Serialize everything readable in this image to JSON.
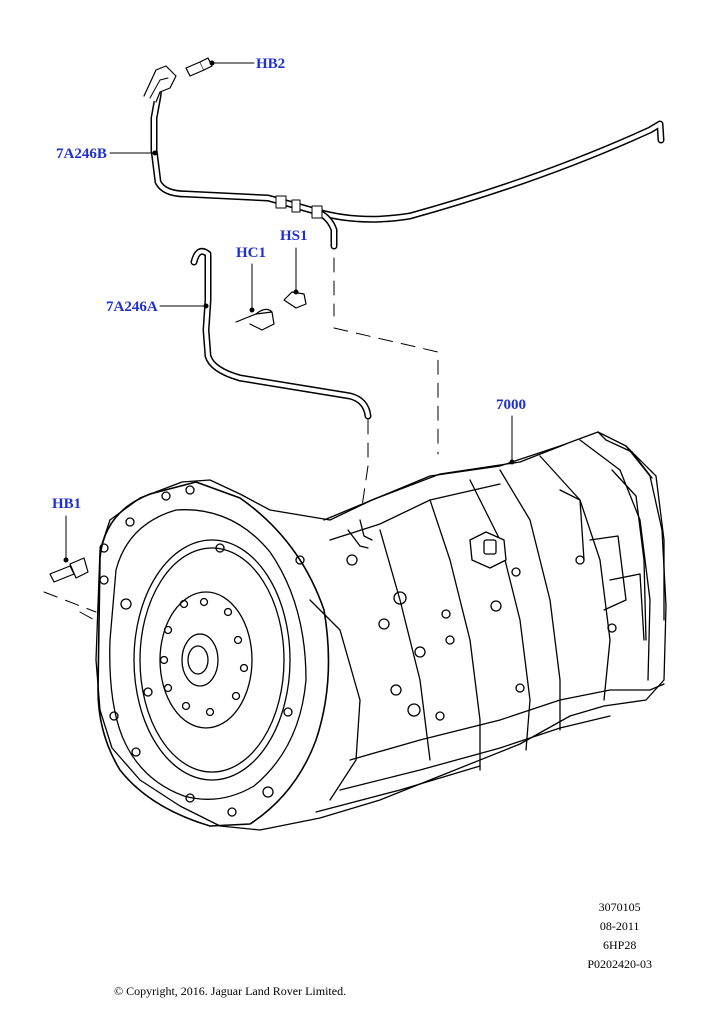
{
  "callouts": {
    "hb2": "HB2",
    "a7a246b": "7A246B",
    "hs1": "HS1",
    "hc1": "HC1",
    "a7a246a": "7A246A",
    "p7000": "7000",
    "hb1": "HB1"
  },
  "reference": {
    "line1": "3070105",
    "line2": "08-2011",
    "line3": "6HP28",
    "line4": "P0202420-03"
  },
  "copyright": "© Copyright, 2016. Jaguar Land Rover Limited.",
  "colors": {
    "callout": "#1f2fd0",
    "line": "#000000",
    "background": "#ffffff"
  }
}
